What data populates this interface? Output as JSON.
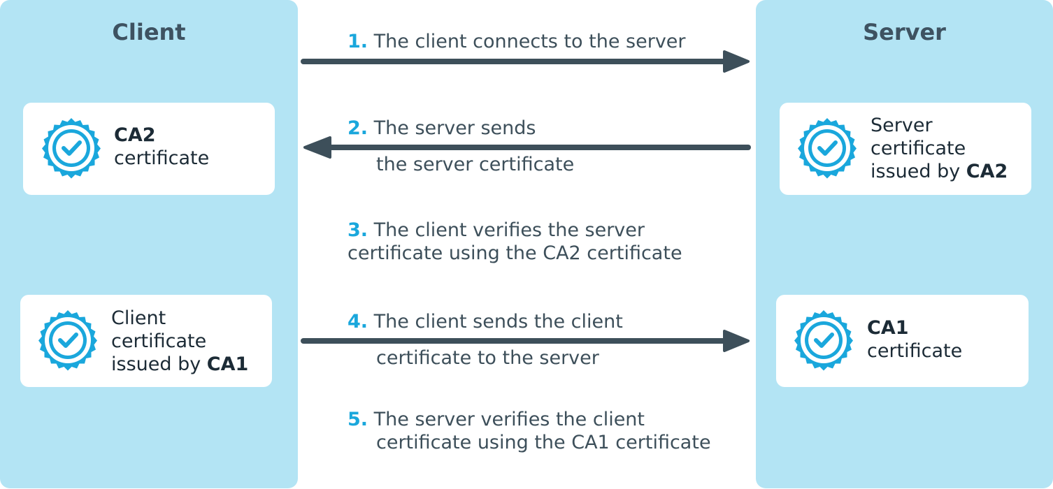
{
  "client_panel": {
    "title": "Client",
    "ca2_card": {
      "line1": "CA2",
      "line2": "certificate"
    },
    "client_card": {
      "line1": "Client",
      "line2": "certificate",
      "line3_prefix": "issued by ",
      "line3_bold": "CA1"
    }
  },
  "server_panel": {
    "title": "Server",
    "server_card": {
      "line1": "Server",
      "line2": "certificate",
      "line3_prefix": "issued by ",
      "line3_bold": "CA2"
    },
    "ca1_card": {
      "line1": "CA1",
      "line2": "certificate"
    }
  },
  "steps": [
    {
      "num": "1.",
      "lines": [
        "The client connects to the server"
      ],
      "arrow": "right"
    },
    {
      "num": "2.",
      "lines": [
        "The server sends",
        "the server certificate"
      ],
      "arrow": "left"
    },
    {
      "num": "3.",
      "lines": [
        "The client verifies the server",
        "certificate using the CA2 certificate"
      ],
      "arrow": "none"
    },
    {
      "num": "4.",
      "lines": [
        "The client sends the client",
        "certificate to the server"
      ],
      "arrow": "right"
    },
    {
      "num": "5.",
      "lines": [
        "The server verifies the client",
        "certificate using the CA1 certificate"
      ],
      "arrow": "none"
    }
  ],
  "colors": {
    "panel_bg": "#b3e4f4",
    "card_bg": "#ffffff",
    "title_text": "#3e5261",
    "step_number": "#1aa7dc",
    "step_text": "#3d4f5a",
    "arrow": "#3d4f5a",
    "badge_fill": "#1aa7dc"
  },
  "icons": {
    "certificate_badge": "certificate-check-badge-icon"
  }
}
